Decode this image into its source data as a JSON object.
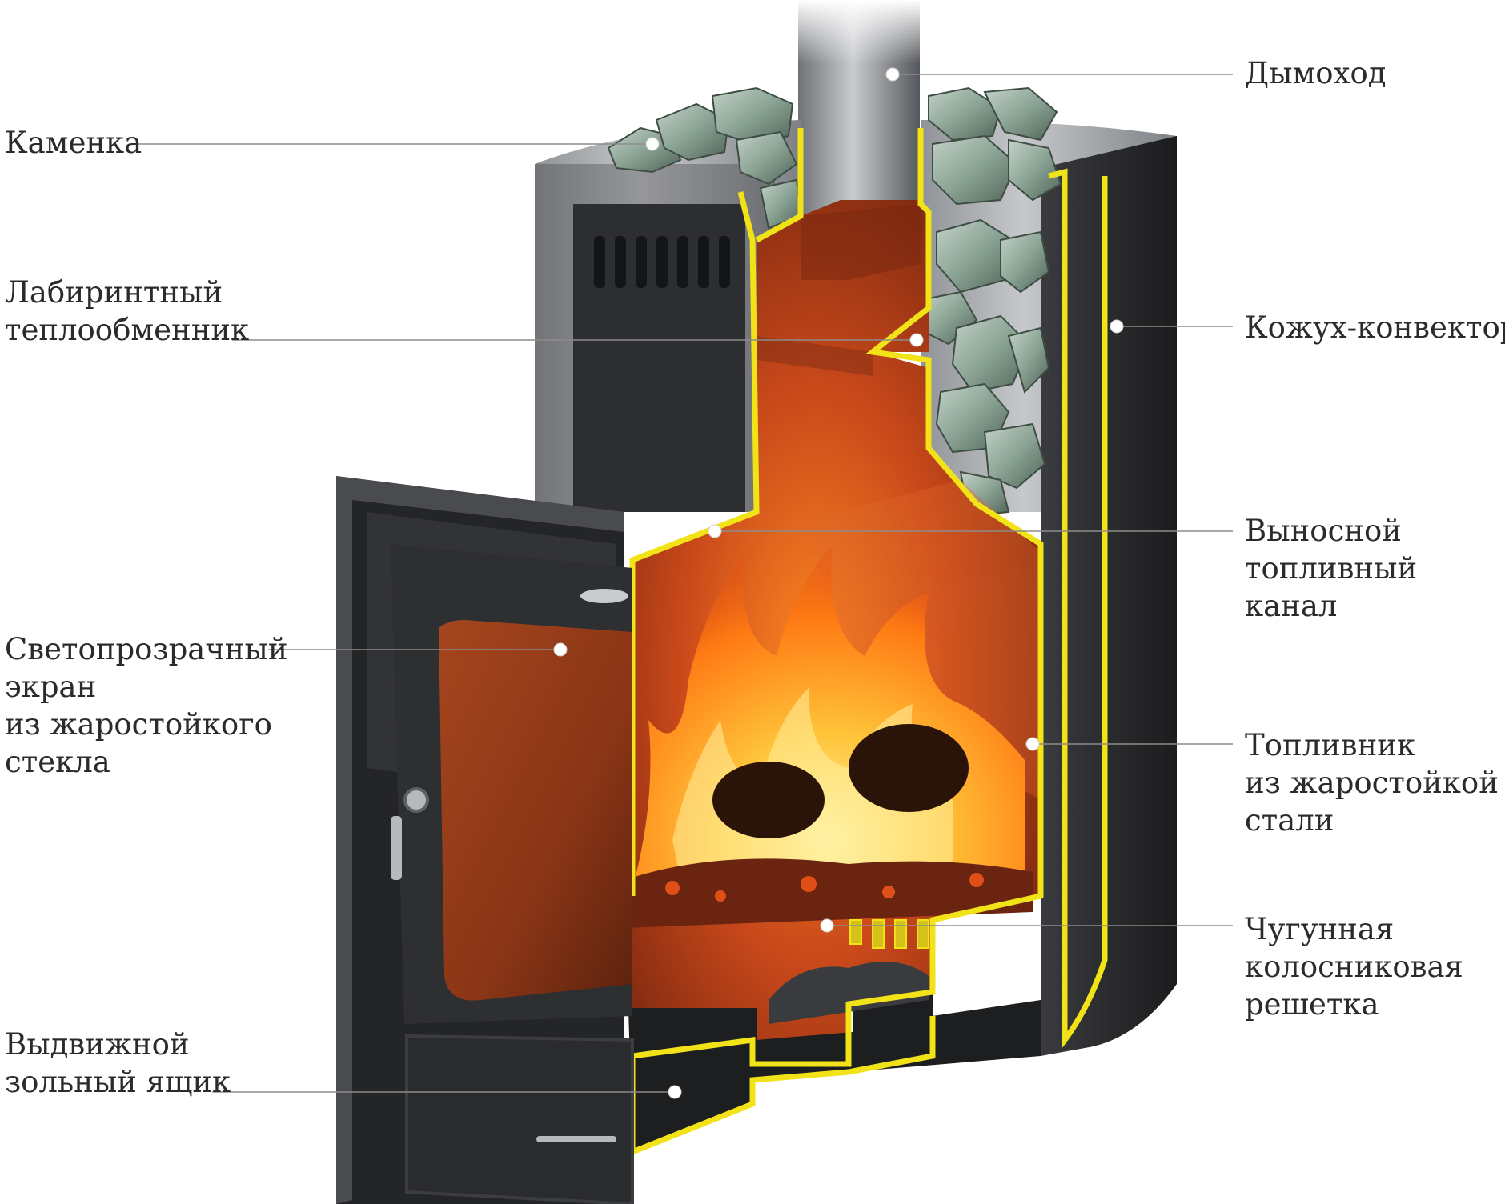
{
  "colors": {
    "accent_outline": "#f2e318",
    "body_dark": "#2c2c2e",
    "steel_light": "#b7b9bc",
    "fire_bright": "#ffb21e",
    "firebox_glow": "#c4461a",
    "stones": "#8aa394",
    "leader_line": "#8c8c8c"
  },
  "labels": {
    "chimney": [
      "Дымоход"
    ],
    "stone_chamber": [
      "Каменка"
    ],
    "heat_exchanger": [
      "Лабиринтный",
      "теплообменник"
    ],
    "convector_casing": [
      "Кожух-конвектор"
    ],
    "fuel_channel": [
      "Выносной",
      "топливный",
      "канал"
    ],
    "glass_screen": [
      "Светопрозрачный",
      "экран",
      "из жаростойкого",
      "стекла"
    ],
    "firebox": [
      "Топливник",
      "из жаростойкой",
      "стали"
    ],
    "grate": [
      "Чугунная",
      "колосниковая",
      "решетка"
    ],
    "ash_drawer": [
      "Выдвижной",
      "зольный ящик"
    ]
  }
}
